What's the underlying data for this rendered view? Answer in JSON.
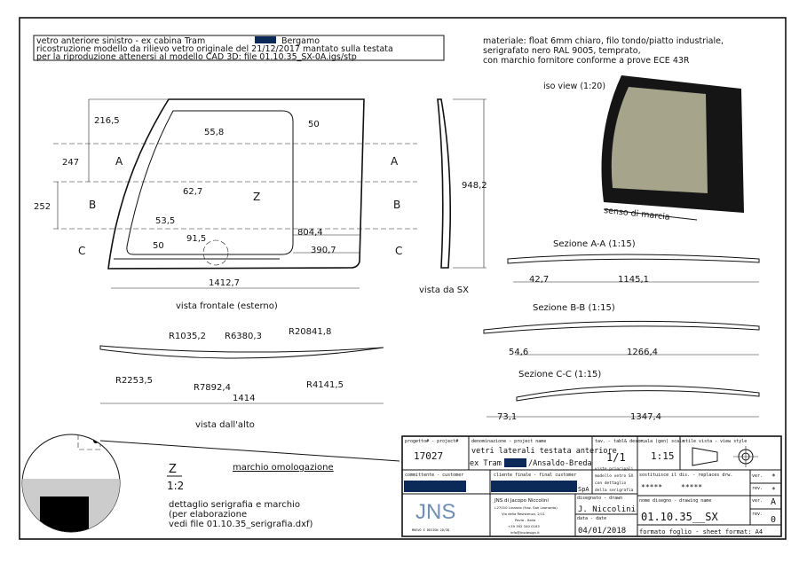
{
  "notes": {
    "line1_a": "vetro anteriore sinistro - ex cabina Tram",
    "line1_b": "Bergamo",
    "line2": "ricostruzione modello da rilievo vetro originale del 21/12/2017 mantato sulla testata",
    "line3": "per la riproduzione attenersi al modello CAD 3D: file 01.10.35_SX-0A.igs/stp"
  },
  "material": {
    "line1": "materiale: float 6mm chiaro, filo tondo/piatto industriale,",
    "line2": "serigrafato nero RAL 9005, temprato,",
    "line3": "con marchio fornitore conforme a prove ECE 43R"
  },
  "views": {
    "iso": "iso view (1:20)",
    "direction": "senso di marcia",
    "front": "vista frontale (esterno)",
    "side": "vista da SX",
    "top": "vista dall'alto",
    "section_a": "Sezione A-A (1:15)",
    "section_b": "Sezione B-B (1:15)",
    "section_c": "Sezione C-C (1:15)",
    "detail_label": "Z",
    "detail_scale": "1:2",
    "detail_l1": "dettaglio serigrafia e marchio",
    "detail_l2": "(per elaborazione",
    "detail_l3": "vedi file 01.10.35_serigrafia.dxf)",
    "marchio": "marchio omologazione"
  },
  "front_dims": {
    "d216": "216,5",
    "d247": "247",
    "d252": "252",
    "d558": "55,8",
    "d50a": "50",
    "d627": "62,7",
    "d535": "53,5",
    "d50b": "50",
    "d915": "91,5",
    "d8044": "804,4",
    "d3907": "390,7",
    "d14127": "1412,7",
    "a": "A",
    "b": "B",
    "c": "C",
    "z": "Z"
  },
  "side_dims": {
    "d9482": "948,2"
  },
  "section_dims": {
    "a1": "42,7",
    "a2": "1145,1",
    "b1": "54,6",
    "b2": "1266,4",
    "c1": "73,1",
    "c2": "1347,4"
  },
  "top_dims": {
    "r1": "R1035,2",
    "r2": "R6380,3",
    "r3": "R20841,8",
    "r4": "R2253,5",
    "r5": "R7892,4",
    "r6": "R4141,5",
    "w": "1414"
  },
  "title_block": {
    "project_hdr": "progetto# - project#",
    "project": "17027",
    "name_hdr": "denominazione - project name",
    "name1": "vetri laterali testata anteriore",
    "name2a": "ex Tram",
    "name2b": "/Ansaldo-Breda",
    "tab_hdr": "tav. - tabl& descr.",
    "tab": "1/1",
    "tab_desc1": "viste principali",
    "tab_desc2": "modello vetro SX",
    "tab_desc3": "con dettaglio",
    "tab_desc4": "della serigrafia",
    "scale_hdr": "scala (gen) scale",
    "scale": "1:15",
    "style_hdr": "stile vista - view style",
    "customer_hdr": "committente - customer",
    "final_hdr": "cliente finale - final customer",
    "final_suffix": "SpA",
    "replaces_hdr": "sostituisce il dis. - replaces drw.",
    "replaces1": "*****",
    "replaces2": "*****",
    "ver_hdr": "ver.",
    "ver_top": "*",
    "rev_hdr": "rev.",
    "rev_top": "*",
    "logo": "JNS",
    "logo_sub": "MUEVO E DESIGN 2D/3D",
    "company": "JNS di Jacopo Niccolini",
    "addr1": "I-27010 Linarolo (fraz. San Leonardo)",
    "addr2": "Via della Resistenza, 2/11",
    "addr3": "Pavia - Italia",
    "phone": "+39 392 340 0183",
    "email": "info@jnsdesign.it",
    "drawn_hdr": "disegnato - drawn",
    "drawn": "J. Niccolini",
    "date_hdr": "data - date",
    "date": "04/01/2018",
    "dwgname_hdr": "nome disegno - drawing name",
    "dwgname": "01.10.35__SX",
    "ver": "A",
    "rev": "0",
    "format": "formato foglio - sheet format: A4"
  }
}
